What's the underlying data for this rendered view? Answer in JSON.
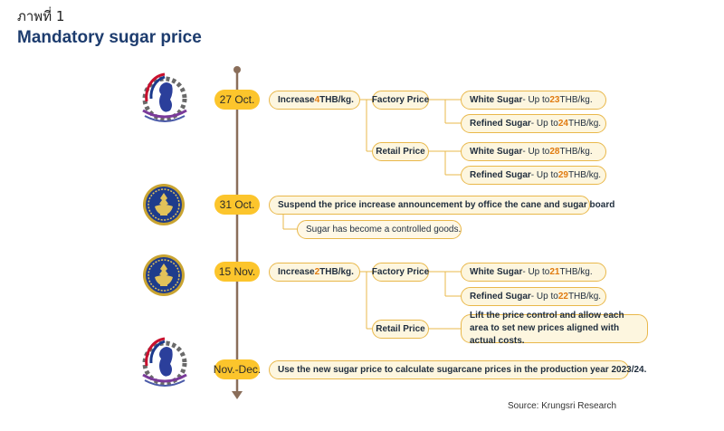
{
  "figure_label": "ภาพที่ 1",
  "title": "Mandatory sugar price",
  "source": "Source: Krungsri Research",
  "colors": {
    "pill": "#fcc52c",
    "box_fill": "#fdf6df",
    "box_border": "#e9b84b",
    "highlight": "#e07b10",
    "timeline": "#8a6e5a",
    "title": "#1d3c6e"
  },
  "icons": {
    "ocsb_logo": "ocsb-gear-emblem-icon",
    "gov_seal": "government-seal-icon"
  },
  "events": [
    {
      "date": "27 Oct.",
      "logo": "ocsb-gear-emblem-icon",
      "action": {
        "pre": "Increase ",
        "num": "4",
        "post": " THB/kg."
      },
      "branches": [
        {
          "label": "Factory Price",
          "items": [
            {
              "name": "White Sugar",
              "pre": " - Up to ",
              "num": "23",
              "post": " THB/kg."
            },
            {
              "name": "Refined Sugar",
              "pre": " - Up to ",
              "num": "24",
              "post": " THB/kg."
            }
          ]
        },
        {
          "label": "Retail Price",
          "items": [
            {
              "name": "White Sugar",
              "pre": " - Up to ",
              "num": "28",
              "post": " THB/kg."
            },
            {
              "name": "Refined Sugar",
              "pre": " - Up to ",
              "num": "29",
              "post": " THB/kg."
            }
          ]
        }
      ]
    },
    {
      "date": "31 Oct.",
      "logo": "government-seal-icon",
      "headline": "Suspend the price increase announcement by office the cane and sugar board",
      "note": "Sugar has become a controlled goods."
    },
    {
      "date": "15 Nov.",
      "logo": "government-seal-icon",
      "action": {
        "pre": "Increase ",
        "num": "2",
        "post": " THB/kg."
      },
      "branches": [
        {
          "label": "Factory Price",
          "items": [
            {
              "name": "White Sugar",
              "pre": " - Up to ",
              "num": "21",
              "post": " THB/kg."
            },
            {
              "name": "Refined Sugar",
              "pre": " - Up to ",
              "num": "22",
              "post": " THB/kg."
            }
          ]
        },
        {
          "label": "Retail Price",
          "text": "Lift the price control and allow each area to set new prices aligned with actual costs."
        }
      ]
    },
    {
      "date": "Nov.-Dec.",
      "logo": "ocsb-gear-emblem-icon",
      "headline": "Use the new sugar price to calculate sugarcane prices in the production year 2023/24."
    }
  ]
}
